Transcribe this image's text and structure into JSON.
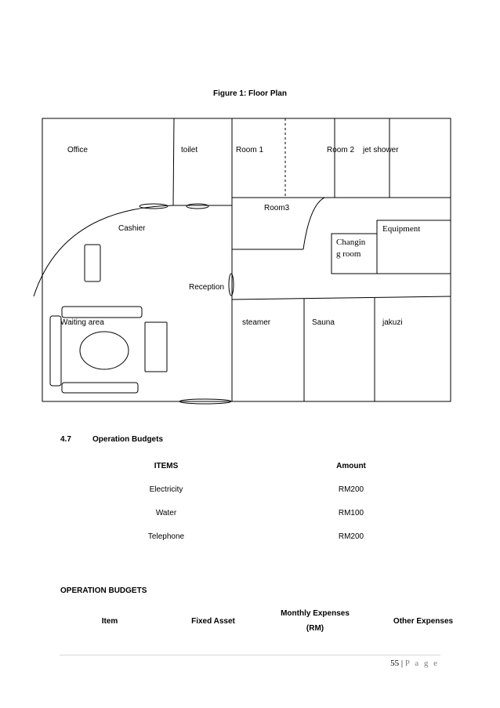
{
  "figure": {
    "title": "Figure 1: Floor Plan",
    "rooms": {
      "office": "Office",
      "toilet": "toilet",
      "room1": "Room 1",
      "room2": "Room 2",
      "jet_shower": "jet shower",
      "room3": "Room3",
      "cashier": "Cashier",
      "equipment": "Equipment",
      "changing_room_line1": "Changin",
      "changing_room_line2": "g room",
      "reception": "Reception",
      "waiting_area": "Waiting area",
      "steamer": "steamer",
      "sauna": "Sauna",
      "jakuzi": "jakuzi"
    }
  },
  "section": {
    "number": "4.7",
    "title": "Operation Budgets"
  },
  "budget_table": {
    "headers": {
      "items": "ITEMS",
      "amount": "Amount"
    },
    "rows": [
      {
        "item": "Electricity",
        "amount": "RM200"
      },
      {
        "item": "Water",
        "amount": "RM100"
      },
      {
        "item": "Telephone",
        "amount": "RM200"
      }
    ]
  },
  "operation_budgets": {
    "title": "OPERATION BUDGETS",
    "headers": {
      "item": "Item",
      "fixed_asset": "Fixed Asset",
      "monthly_line1": "Monthly Expenses",
      "monthly_line2": "(RM)",
      "other": "Other Expenses"
    }
  },
  "footer": {
    "page_number": "55",
    "separator": "|",
    "page_word": "P a g e"
  }
}
